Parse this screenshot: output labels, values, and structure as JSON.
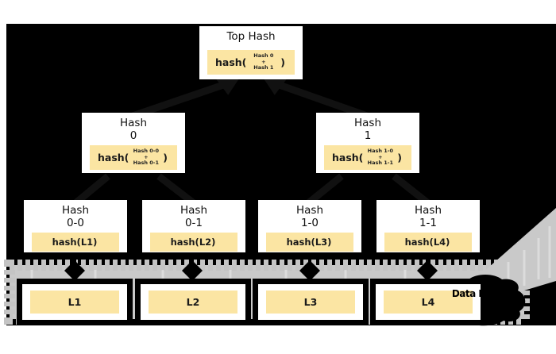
{
  "page": {
    "background": "#ffffff",
    "canvas_background": "#000000"
  },
  "colors": {
    "node_bg": "#ffffff",
    "hash_box_bg": "#FBE5A3",
    "band_gray": "#C9C9C9",
    "arrow_dark": "#111111"
  },
  "nodes": {
    "top_hash": {
      "title": "Top Hash",
      "hash_open": "hash(",
      "arg_top": "Hash 0",
      "arg_plus": "+",
      "arg_bottom": "Hash 1",
      "hash_close": ")"
    },
    "hash_0": {
      "title_line1": "Hash",
      "title_line2": "0",
      "hash_open": "hash(",
      "arg_top": "Hash 0-0",
      "arg_plus": "+",
      "arg_bottom": "Hash 0-1",
      "hash_close": ")"
    },
    "hash_1": {
      "title_line1": "Hash",
      "title_line2": "1",
      "hash_open": "hash(",
      "arg_top": "Hash 1-0",
      "arg_plus": "+",
      "arg_bottom": "Hash 1-1",
      "hash_close": ")"
    },
    "hash_0_0": {
      "title_line1": "Hash",
      "title_line2": "0-0",
      "hash_label": "hash(L1)"
    },
    "hash_0_1": {
      "title_line1": "Hash",
      "title_line2": "0-1",
      "hash_label": "hash(L2)"
    },
    "hash_1_0": {
      "title_line1": "Hash",
      "title_line2": "1-0",
      "hash_label": "hash(L3)"
    },
    "hash_1_1": {
      "title_line1": "Hash",
      "title_line2": "1-1",
      "hash_label": "hash(L4)"
    }
  },
  "leaves": [
    {
      "label": "L1"
    },
    {
      "label": "L2"
    },
    {
      "label": "L3"
    },
    {
      "label": "L4"
    }
  ],
  "annotations": {
    "data_blocks_label": "Data Blocks"
  }
}
